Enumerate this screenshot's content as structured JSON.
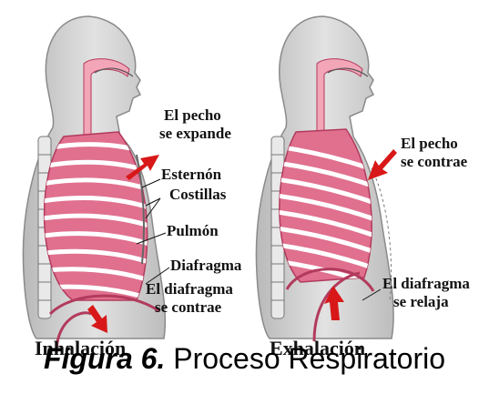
{
  "left_panel": {
    "labels": {
      "chest": [
        "El pecho",
        "se expande"
      ],
      "sternum": "Esternón",
      "ribs": "Costillas",
      "lung": "Pulmón",
      "diaphragm": "Diafragma",
      "diaphragm_action": [
        "El diafragma",
        "se contrae"
      ]
    },
    "title": "Inhalación"
  },
  "right_panel": {
    "labels": {
      "chest": [
        "El pecho",
        "se contrae"
      ],
      "diaphragm_action": [
        "El diafragma",
        "se relaja"
      ]
    },
    "title": "Exhalación"
  },
  "caption": {
    "figure": "Figura 6.",
    "text": " Proceso Respiratorio"
  },
  "colors": {
    "body": "#cfcfcf",
    "body_outline": "#8a8a8a",
    "lung": "#e0708e",
    "lung_dark": "#b23a5c",
    "rib": "#ffffff",
    "airway": "#f2a6b8",
    "arrow": "#d81818"
  }
}
